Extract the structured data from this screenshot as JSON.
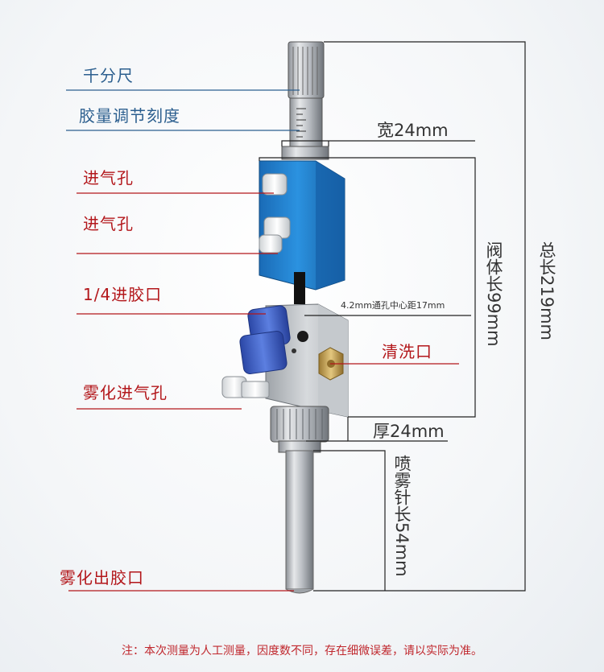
{
  "labels": {
    "micrometer": "千分尺",
    "glue_scale": "胶量调节刻度",
    "air_inlet_1": "进气孔",
    "air_inlet_2": "进气孔",
    "glue_inlet": "1/4进胶口",
    "atomizing_air_inlet": "雾化进气孔",
    "cleaning_port": "清洗口",
    "atomizing_glue_outlet": "雾化出胶口"
  },
  "dimensions": {
    "width": "宽24mm",
    "hole_spacing": "4.2mm通孔中心距17mm",
    "thickness": "厚24mm",
    "valve_length": "阀体长99mm",
    "total_length": "总长219mm",
    "needle_length": "喷雾针长54mm"
  },
  "note": "注：本次测量为人工测量，因度数不同，存在细微误差，请以实际为准。",
  "colors": {
    "blue_label": "#2c5f8f",
    "red_label": "#b3171b",
    "valve_blue": "#1f7fd0",
    "fitting_blue": "#3e62c8",
    "brass": "#c9a85a"
  }
}
